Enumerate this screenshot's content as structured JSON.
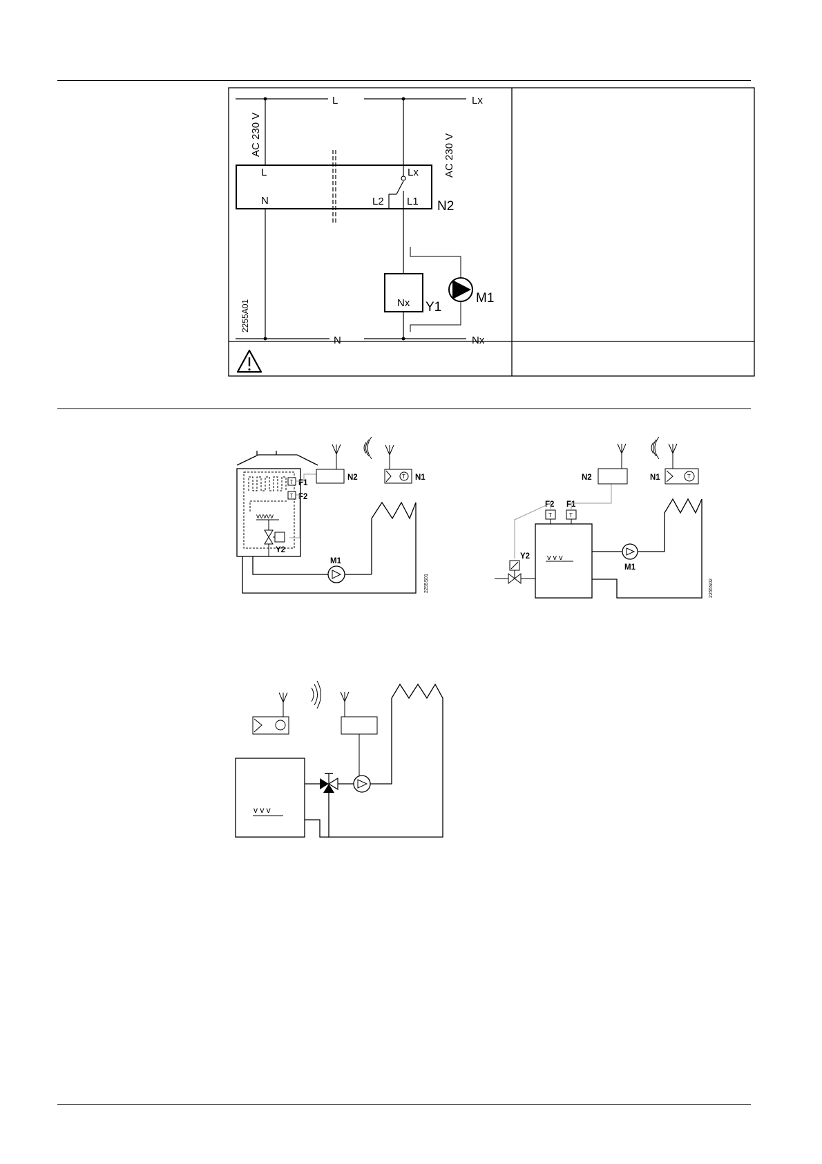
{
  "wiring": {
    "line_top_left": "L",
    "line_top_right": "Lx",
    "supply_left": "AC 230 V",
    "supply_right": "AC 230 V",
    "term_l": "L",
    "term_n": "N",
    "term_lx": "Lx",
    "term_l2": "L2",
    "term_l1": "L1",
    "device": "N2",
    "valve": "Y1",
    "valve_term": "Nx",
    "pump": "M1",
    "line_bottom_left": "N",
    "line_bottom_right": "Nx",
    "code": "2255A01"
  },
  "diagram1": {
    "n2": "N2",
    "n1": "N1",
    "f1": "F1",
    "f2": "F2",
    "y2": "Y2",
    "m1": "M1",
    "sensor": "T",
    "code": "2255S01"
  },
  "diagram2": {
    "n2": "N2",
    "n1": "N1",
    "f2": "F2",
    "f1": "F1",
    "y2": "Y2",
    "m1": "M1",
    "sensor": "T",
    "code": "2255S02"
  }
}
